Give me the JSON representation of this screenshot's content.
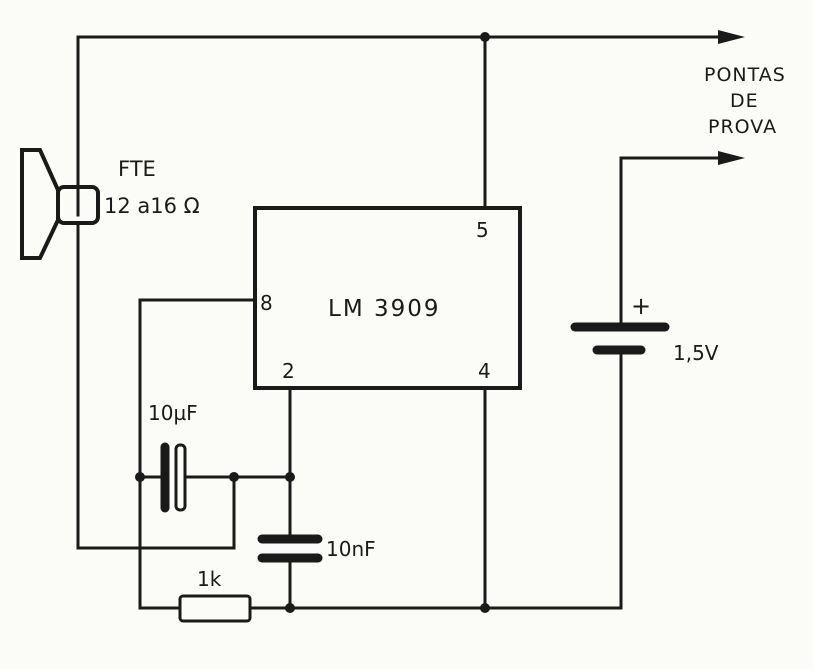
{
  "components": {
    "speaker": {
      "label": "FTE",
      "value": "12 a16 Ω"
    },
    "ic": {
      "label": "LM 3909",
      "pins": {
        "p5": "5",
        "p8": "8",
        "p2": "2",
        "p4": "4"
      }
    },
    "cap_electrolytic": {
      "value": "10µF"
    },
    "cap_ceramic": {
      "value": "10nF"
    },
    "resistor": {
      "value": "1k"
    },
    "battery": {
      "polarity": "+",
      "value": "1,5V"
    }
  },
  "probes": {
    "label_line1": "PONTAS",
    "label_line2": "DE",
    "label_line3": "PROVA"
  },
  "colors": {
    "ink": "#1a1a1a",
    "paper": "#fbfbf8"
  }
}
